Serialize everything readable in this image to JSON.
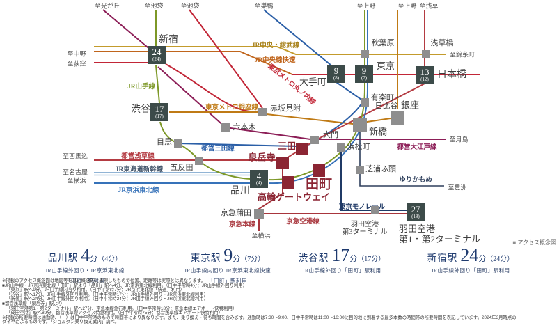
{
  "palette": {
    "background": "#ffffff",
    "time_box": "#3c4b49",
    "time_box_text": "#ffffff",
    "highlight_red": "#8b2533",
    "station_gray": "#8e8e8e",
    "station_label": "#3e3e3e",
    "edge_label": "#4f4f4f",
    "summary_navy": "#1e3a6e",
    "footnote_text": "#3a3a3a",
    "legend_text": "#595959"
  },
  "map": {
    "lines": {
      "yamanote": {
        "label": "JR山手線",
        "color": "#7d9827"
      },
      "keihin_tohoku": {
        "label": "JR京浜東北線",
        "color": "#3672b9"
      },
      "chuo_sobu": {
        "label": "JR中央・総武線",
        "color": "#c39b2c",
        "label_color": "#a8821c"
      },
      "chuo_rapid": {
        "label": "JR中央線快速",
        "color": "#c0651c"
      },
      "marunouchi": {
        "label": "東京メトロ丸ノ内線",
        "color": "#c22637"
      },
      "ginza": {
        "label": "東京メトロ銀座線",
        "color": "#bf7a15"
      },
      "mita": {
        "label": "都営三田線",
        "color": "#2b5fa7"
      },
      "asakusa": {
        "label": "都営浅草線",
        "color": "#b43b42"
      },
      "oedo": {
        "label": "都営大江戸線",
        "color": "#8c1e57"
      },
      "shinkansen": {
        "label": "JR東海道新幹線",
        "color": "#4f86bc",
        "label_color": "#44566b"
      },
      "yurikamome": {
        "label": "ゆりかもめ",
        "color": "#2e3f5c"
      },
      "monorail": {
        "label": "東京モノレール",
        "color": "#203a66"
      },
      "keikyu_main": {
        "label": "京急本線",
        "color": "#a8353c"
      },
      "keikyu_airport": {
        "label": "京急空港線",
        "color": "#a8353c"
      }
    },
    "time_boxes": [
      {
        "id": "shinjuku",
        "station": "新宿",
        "minutes": "24",
        "daytime": "(24)"
      },
      {
        "id": "shibuya",
        "station": "渋谷",
        "minutes": "17",
        "daytime": "(17)"
      },
      {
        "id": "otemachi",
        "station": "大手町",
        "minutes": "9",
        "daytime": "(8)"
      },
      {
        "id": "tokyo",
        "station": "東京",
        "minutes": "9",
        "daytime": "(7)"
      },
      {
        "id": "nihombashi",
        "station": "日本橋",
        "minutes": "13",
        "daytime": "(12)"
      },
      {
        "id": "shinagawa",
        "station": "品川",
        "minutes": "4",
        "daytime": "(4)"
      },
      {
        "id": "haneda",
        "station": "羽田空港\n第1・第2ターミナル",
        "minutes": "27",
        "daytime": "(18)"
      }
    ],
    "highlight_stations": [
      {
        "id": "mita_sta",
        "label": "三田"
      },
      {
        "id": "sengakuji",
        "label": "泉岳寺"
      },
      {
        "id": "tamachi",
        "label": "田町"
      },
      {
        "id": "takanawa_gw",
        "label": "高輪ゲートウェイ"
      }
    ],
    "stations": [
      {
        "id": "akihabara",
        "label": "秋葉原"
      },
      {
        "id": "asakusabashi",
        "label": "浅草橋"
      },
      {
        "id": "hibiya",
        "label": "有楽町・\n日比谷"
      },
      {
        "id": "ginza_sta",
        "label": "銀座"
      },
      {
        "id": "akasaka",
        "label": "赤坂見附"
      },
      {
        "id": "roppongi",
        "label": "六本木"
      },
      {
        "id": "meguro",
        "label": "目黒"
      },
      {
        "id": "gotanda",
        "label": "五反田"
      },
      {
        "id": "daimon",
        "label": "大門"
      },
      {
        "id": "shimbashi",
        "label": "新橋"
      },
      {
        "id": "hamamatsucho",
        "label": "浜松町"
      },
      {
        "id": "shibaura",
        "label": "芝浦ふ頭"
      },
      {
        "id": "keikyu_kamata",
        "label": "京急蒲田"
      },
      {
        "id": "haneda_t3",
        "label": "羽田空港\n第3ターミナル"
      }
    ],
    "edge_labels": [
      "至光が丘",
      "至池袋",
      "至池袋",
      "至巣鴨",
      "至上野",
      "至上野",
      "至浅草",
      "至中野",
      "至荻窪",
      "至錦糸町",
      "至西馬込",
      "至名古屋",
      "至横浜",
      "至月島",
      "至豊洲",
      "至横浜"
    ],
    "legend": {
      "icon": "■",
      "label": "アクセス概念図"
    }
  },
  "summary": {
    "items": [
      {
        "station": "品川駅",
        "minutes": "4",
        "unit": "分",
        "daytime": "（4分）",
        "notes": [
          "JR山手線外回り・JR京浜東北線",
          "「田町」駅利用"
        ]
      },
      {
        "station": "東京駅",
        "minutes": "9",
        "unit": "分",
        "daytime": "（7分）",
        "notes": [
          "JR山手線内回り JR京浜東北線快速",
          "「田町」駅利用"
        ]
      },
      {
        "station": "渋谷駅",
        "minutes": "17",
        "unit": "分",
        "daytime": "（17分）",
        "notes": [
          "JR山手線外回り「田町」駅利用"
        ]
      },
      {
        "station": "新宿駅",
        "minutes": "24",
        "unit": "分",
        "daytime": "（24分）",
        "notes": [
          "JR山手線外回り「田町」駅利用"
        ]
      }
    ]
  },
  "footnotes": [
    "※掲載のアクセス概念図は地図等を基に概念的に表現したもので位置、距離等は実際とは異なります。",
    "■JR山手線・JR京浜東北線「田町」駅より「品川」駅へ4分、JR京浜東北線利用。（日中平常時4分：JR山手線外回り利用）",
    "「東京」駅へ9分、JR山手線内回り利用。（日中平常時7分：JR京浜東北線「快速」利用）",
    "「渋谷」駅へ17分、JR山手線外回り利用。（日中平常時17分：JR山手線外回り・JR京浜東北線利用）",
    "「新宿」駅へ24分、JR山手線外回り利用。（日中平常時24分：JR山手線外回り・JR京浜東北線利用）",
    "■都営浅草線「泉岳寺」駅より",
    "「羽田空港第1・第2ターミナル」駅へ27分、京急本線急行利用。（日中平常時18分：京急本線エアポート快特利用）",
    "「成田空港」駅へ89分、都営浅草線アクセス特急利用。（日中平常時75分：都営浅草線エアポート快特利用）",
    "※掲載の所要時間は通勤時、（　）は日中平常時のもので時間帯により異なります。また、乗り換え・待ち時間を含みます。通勤時は7:30～9:00、日中平常時は11:00～16:00に目的地に到着する最多本数の時間帯の所要時間を表記しています。2024年3月時点の",
    "ダイヤによるものです。「ジョルダン乗り換え案内」調べ。"
  ]
}
